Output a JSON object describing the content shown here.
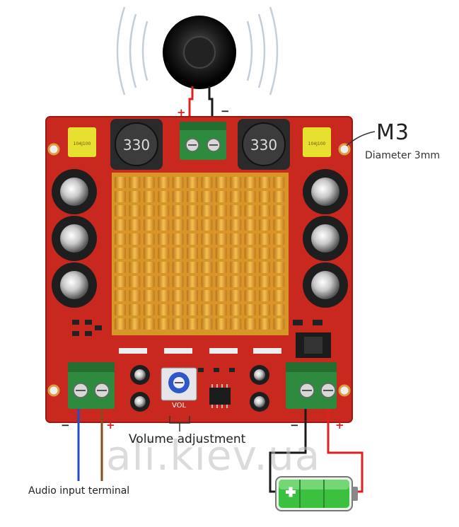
{
  "labels": {
    "m3": "M3",
    "diameter": "Diameter 3mm",
    "volume": "Volume adjustment",
    "audio_input": "Audio input terminal"
  },
  "chip_marks": {
    "inductor": "330",
    "pot": "VOL",
    "cap_yellow": "104J100"
  },
  "polarity": {
    "plus": "+",
    "minus": "−"
  },
  "watermark": "ali.kiev.ua",
  "colors": {
    "pcb": "#c8281e",
    "heatsink": "#e8a428",
    "terminal": "#2e8a3e",
    "wire_red": "#e02020",
    "wire_black": "#1a1a1a",
    "wire_blue": "#1f4fd0",
    "wire_brown": "#8a4a1a",
    "battery_green": "#3cc040"
  },
  "icons": {
    "speaker": "speaker-icon",
    "battery": "battery-icon"
  }
}
